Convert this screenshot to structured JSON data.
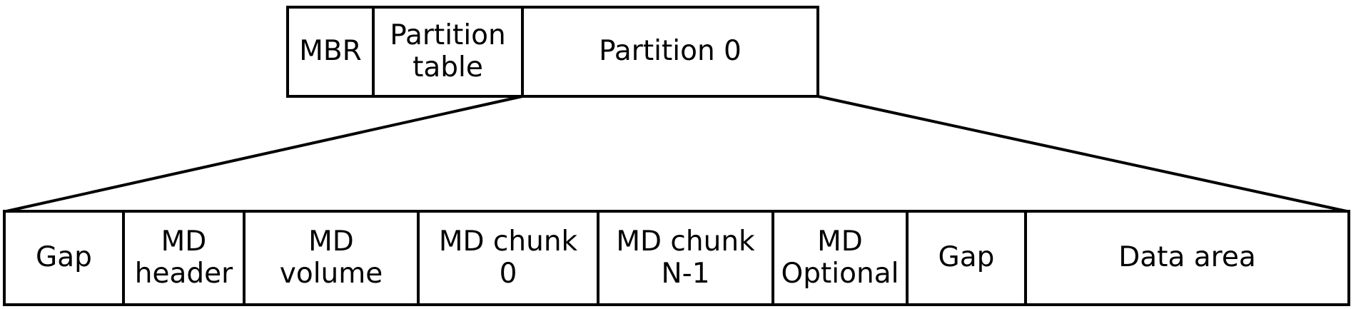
{
  "diagram": {
    "colors": {
      "line": "#000000",
      "background": "#ffffff",
      "text": "#000000"
    },
    "top_row": {
      "cells": [
        {
          "label": "MBR"
        },
        {
          "label": "Partition\ntable"
        },
        {
          "label": "Partition 0"
        }
      ]
    },
    "bottom_row": {
      "cells": [
        {
          "label": "Gap"
        },
        {
          "label": "MD\nheader"
        },
        {
          "label": "MD\nvolume"
        },
        {
          "label": "MD chunk\n0"
        },
        {
          "label": "MD chunk\nN-1"
        },
        {
          "label": "MD\nOptional"
        },
        {
          "label": "Gap"
        },
        {
          "label": "Data area"
        }
      ]
    }
  }
}
